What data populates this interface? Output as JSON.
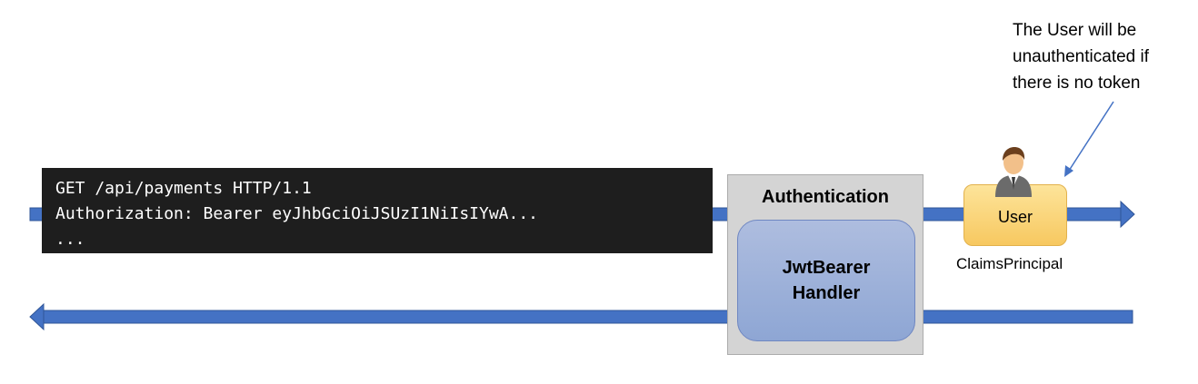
{
  "request": {
    "line1": "GET /api/payments HTTP/1.1",
    "line2": "Authorization: Bearer eyJhbGciOiJSUzI1NiIsIYwA...",
    "line3": "..."
  },
  "middleware": {
    "title": "Authentication",
    "handler_line1": "JwtBearer",
    "handler_line2": "Handler"
  },
  "user": {
    "label": "User",
    "type_label": "ClaimsPrincipal"
  },
  "note": {
    "line1": "The User will be",
    "line2": "unauthenticated if",
    "line3": "there is no token"
  },
  "colors": {
    "flow_arrow": "#4472c4",
    "code_bg": "#1e1e1e",
    "middleware_bg": "#d4d4d4",
    "handler_fill": "#97aad8",
    "user_fill": "#fbd673"
  }
}
